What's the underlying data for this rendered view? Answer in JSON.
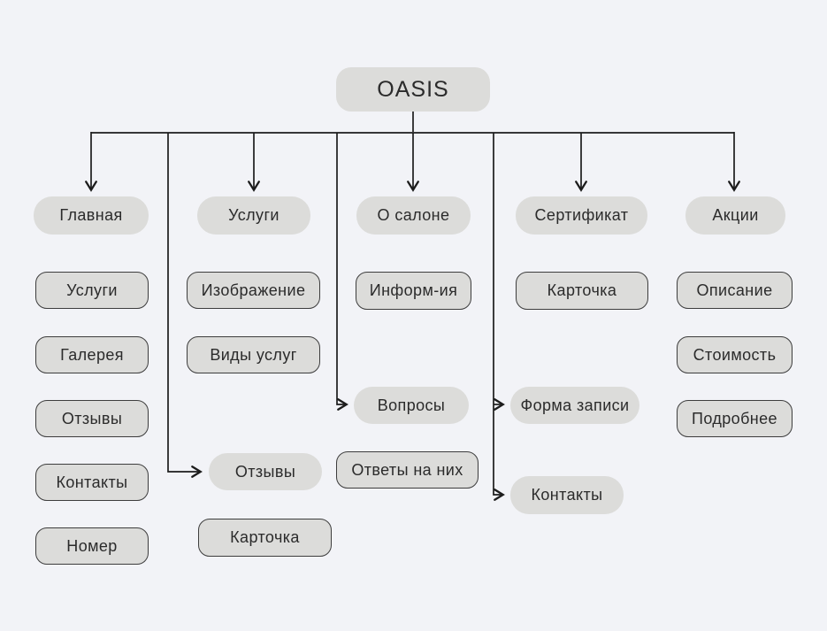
{
  "root": {
    "label": "OASIS"
  },
  "columns": [
    {
      "header": {
        "label": "Главная"
      },
      "children": [
        {
          "label": "Услуги"
        },
        {
          "label": "Галерея"
        },
        {
          "label": "Отзывы"
        },
        {
          "label": "Контакты"
        },
        {
          "label": "Номер"
        }
      ]
    },
    {
      "header": {
        "label": "Услуги"
      },
      "children": [
        {
          "label": "Изображение"
        },
        {
          "label": "Виды услуг"
        },
        {
          "label": "Отзывы"
        },
        {
          "label": "Карточка"
        }
      ]
    },
    {
      "header": {
        "label": "О салоне"
      },
      "children": [
        {
          "label": "Информ-ия"
        },
        {
          "label": "Вопросы"
        },
        {
          "label": "Ответы на них"
        }
      ]
    },
    {
      "header": {
        "label": "Сертификат"
      },
      "children": [
        {
          "label": "Карточка"
        },
        {
          "label": "Форма записи"
        },
        {
          "label": "Контакты"
        }
      ]
    },
    {
      "header": {
        "label": "Акции"
      },
      "children": [
        {
          "label": "Описание"
        },
        {
          "label": "Стоимость"
        },
        {
          "label": "Подробнее"
        }
      ]
    }
  ],
  "colors": {
    "background": "#f2f3f7",
    "node_fill": "#dcdcda",
    "node_border": "#3d3d3d",
    "line": "#1c1c1c",
    "text": "#2b2b2b"
  }
}
